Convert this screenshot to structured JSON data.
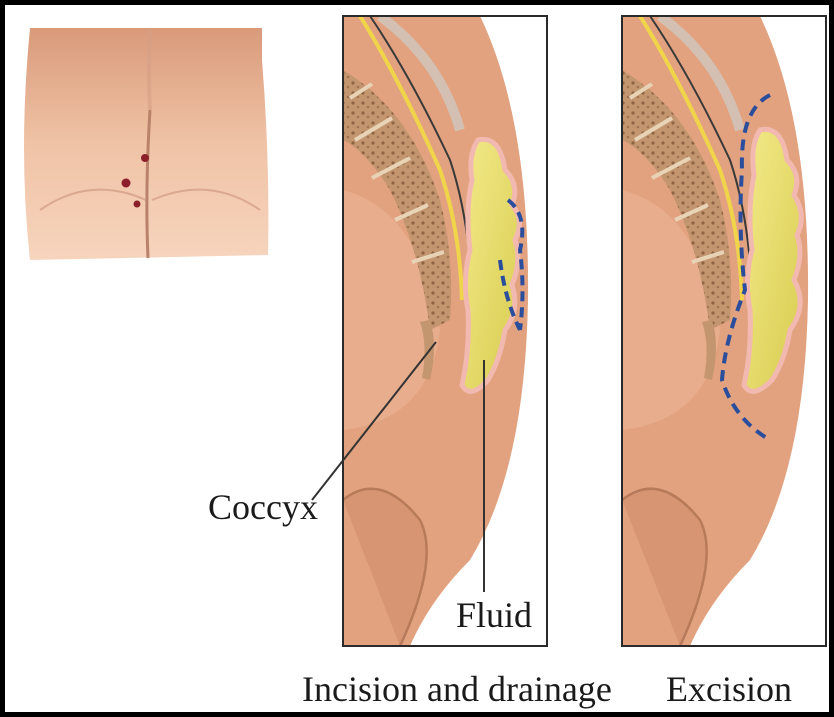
{
  "labels": {
    "coccyx": "Coccyx",
    "fluid": "Fluid",
    "incision": "Incision and drainage",
    "excision": "Excision"
  },
  "colors": {
    "skin": "#e3a27f",
    "skin_dark": "#c98361",
    "bone": "#b98a62",
    "cyst": "#e8df6a",
    "cyst_edge": "#f2b9b0",
    "dashed_line": "#2b4e9c",
    "panel_border": "#2a2a2a",
    "frame": "#000000"
  },
  "icons": {
    "photo": "lower-back-photo-with-sinus-openings",
    "panel_left": "sagittal-section-drainage-illustration",
    "panel_right": "sagittal-section-excision-illustration"
  }
}
